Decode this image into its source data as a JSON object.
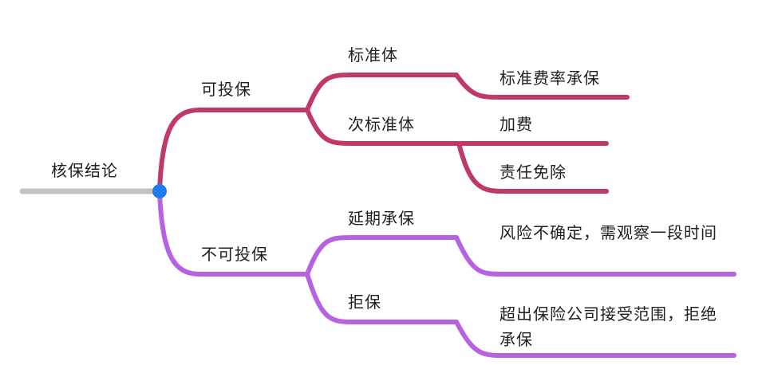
{
  "root": {
    "label": "核保结论"
  },
  "branches": [
    {
      "label": "可投保",
      "color": "#bf3a66",
      "children": [
        {
          "label": "标准体",
          "children": [
            {
              "label": "标准费率承保"
            }
          ]
        },
        {
          "label": "次标准体",
          "children": [
            {
              "label": "加费"
            },
            {
              "label": "责任免除"
            }
          ]
        }
      ]
    },
    {
      "label": "不可投保",
      "color": "#b563e0",
      "children": [
        {
          "label": "延期承保",
          "children": [
            {
              "label": "风险不确定，需观察一段时间"
            }
          ]
        },
        {
          "label": "拒保",
          "children": [
            {
              "label": "超出保险公司接受范围，拒绝承保"
            }
          ]
        }
      ]
    }
  ],
  "colors": {
    "root_line": "#c2c2c2",
    "root_dot": "#1e7ff0"
  }
}
